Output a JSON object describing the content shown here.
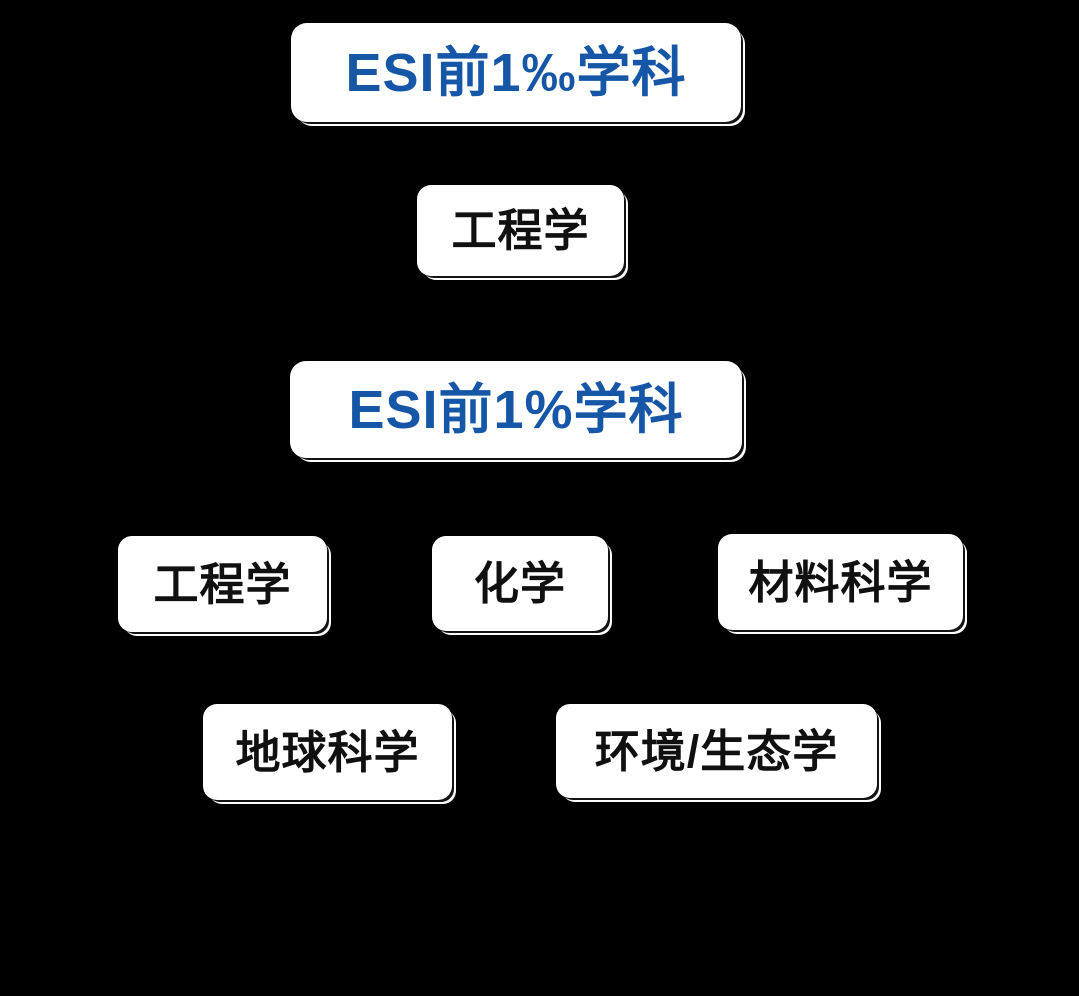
{
  "colors": {
    "background": "#000000",
    "box_fill": "#ffffff",
    "header_text_blue": "#1556a6",
    "item_text_dark": "#101010"
  },
  "diagram": {
    "tier_permille": {
      "title": "ESI前1‰学科",
      "items": [
        {
          "label": "工程学"
        }
      ]
    },
    "tier_percent": {
      "title": "ESI前1%学科",
      "items": [
        {
          "label": "工程学"
        },
        {
          "label": "化学"
        },
        {
          "label": "材料科学"
        },
        {
          "label": "地球科学"
        },
        {
          "label": "环境/生态学"
        }
      ]
    }
  }
}
